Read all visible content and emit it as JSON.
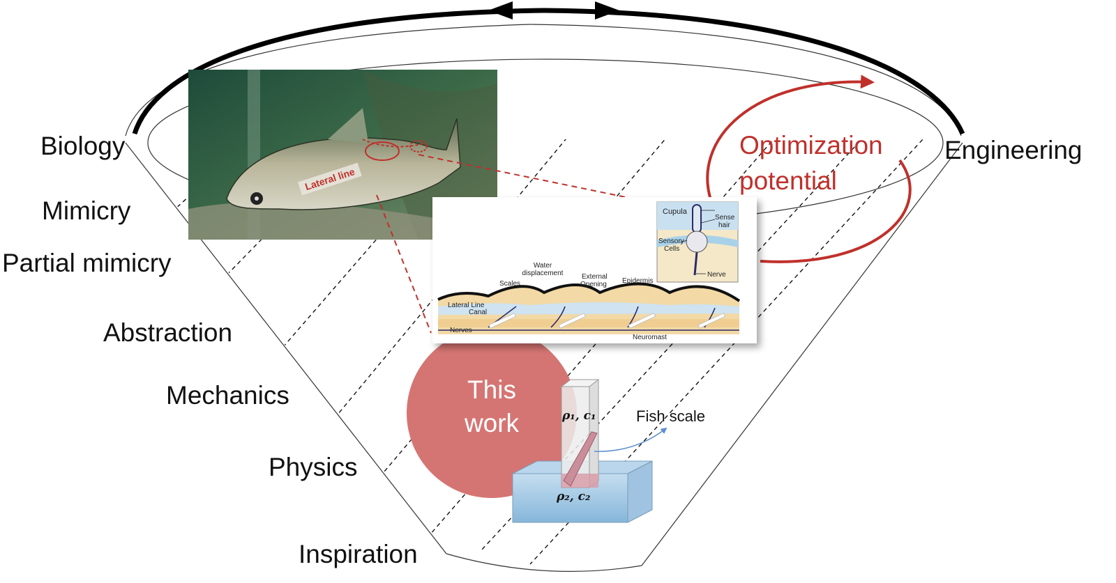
{
  "left_labels": [
    "Biology",
    "Mimicry",
    "Partial mimicry",
    "Abstraction",
    "Mechanics",
    "Physics",
    "Inspiration"
  ],
  "right_label": "Engineering",
  "optimization": {
    "line1": "Optimization",
    "line2": "potential"
  },
  "this_work": {
    "line1": "This",
    "line2": "work"
  },
  "fish_photo_label": "Lateral line",
  "schematic_labels": {
    "cupula": "Cupula",
    "sense_hair_1": "Sense",
    "sense_hair_2": "hair",
    "sensory_cells_1": "Sensory",
    "sensory_cells_2": "Cells",
    "nerve": "Nerve",
    "water_disp_1": "Water",
    "water_disp_2": "displacement",
    "scales": "Scales",
    "external_opening_1": "External",
    "external_opening_2": "Opening",
    "epidermis": "Epidermis",
    "lateral_canal_1": "Lateral Line",
    "lateral_canal_2": "Canal",
    "nerves": "Nerves",
    "neuromast": "Neuromast"
  },
  "model": {
    "rho1": "ρ₁, c₁",
    "rho2": "ρ₂, c₂",
    "fish_scale": "Fish scale"
  },
  "colors": {
    "accent_red": "#c0302b",
    "this_work_fill": "#d57573",
    "water_blue": "#a9cde6"
  }
}
